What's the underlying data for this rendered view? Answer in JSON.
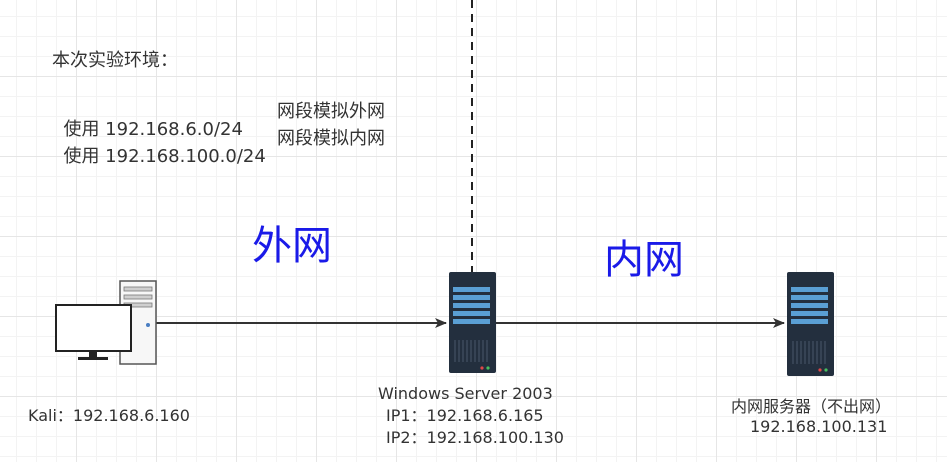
{
  "environment": {
    "title": "本次实验环境：",
    "lines": [
      {
        "prefix": "使用 192.168.6.0/24",
        "label": "网段模拟外网"
      },
      {
        "prefix": "使用 192.168.100.0/24",
        "label": "网段模拟内网"
      }
    ]
  },
  "zones": {
    "outer": "外网",
    "inner": "内网"
  },
  "nodes": {
    "kali": {
      "icon": "desktop-computer-icon",
      "ip_label": "Kali：192.168.6.160"
    },
    "gateway": {
      "icon": "server-rack-icon",
      "name": "Windows Server 2003",
      "ip1": "IP1：192.168.6.165",
      "ip2": "IP2：192.168.100.130"
    },
    "internal": {
      "icon": "server-rack-icon",
      "name": "内网服务器（不出网）",
      "ip": "192.168.100.131"
    }
  },
  "colors": {
    "zone_text": "#1a1ae8",
    "server_body": "#232f3e",
    "server_bar": "#5a9fd4",
    "arrow": "#333333"
  }
}
